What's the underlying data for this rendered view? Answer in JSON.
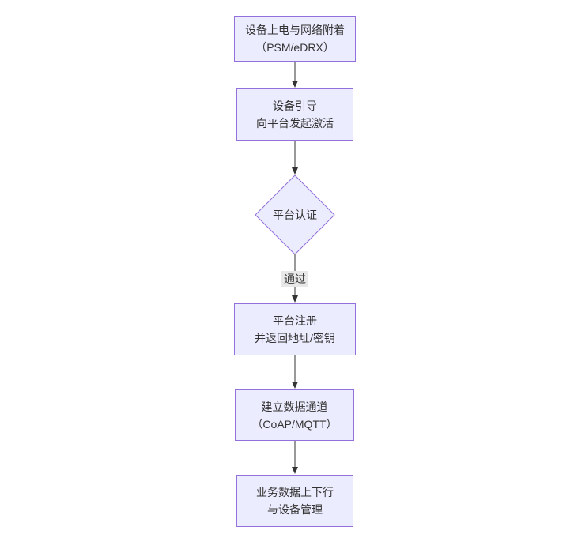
{
  "diagram": {
    "type": "flowchart",
    "direction": "top-down",
    "colors": {
      "node_fill": "#ececff",
      "node_border": "#9370db",
      "text_color": "#333333",
      "edge_color": "#333333",
      "edge_label_bg": "#e8e8e8",
      "background": "#ffffff"
    },
    "nodes": [
      {
        "id": "power-attach",
        "shape": "rect",
        "line1": "设备上电与网络附着",
        "line2": "（PSM/eDRX）"
      },
      {
        "id": "bootstrap-activate",
        "shape": "rect",
        "line1": "设备引导",
        "line2": "向平台发起激活"
      },
      {
        "id": "platform-auth",
        "shape": "diamond",
        "label": "平台认证"
      },
      {
        "id": "platform-register",
        "shape": "rect",
        "line1": "平台注册",
        "line2": "并返回地址/密钥"
      },
      {
        "id": "data-channel",
        "shape": "rect",
        "line1": "建立数据通道",
        "line2": "（CoAP/MQTT）"
      },
      {
        "id": "business-data",
        "shape": "rect",
        "line1": "业务数据上下行",
        "line2": "与设备管理"
      }
    ],
    "edges": [
      {
        "from": "power-attach",
        "to": "bootstrap-activate",
        "label": ""
      },
      {
        "from": "bootstrap-activate",
        "to": "platform-auth",
        "label": ""
      },
      {
        "from": "platform-auth",
        "to": "platform-register",
        "label": "通过"
      },
      {
        "from": "platform-register",
        "to": "data-channel",
        "label": ""
      },
      {
        "from": "data-channel",
        "to": "business-data",
        "label": ""
      }
    ]
  }
}
